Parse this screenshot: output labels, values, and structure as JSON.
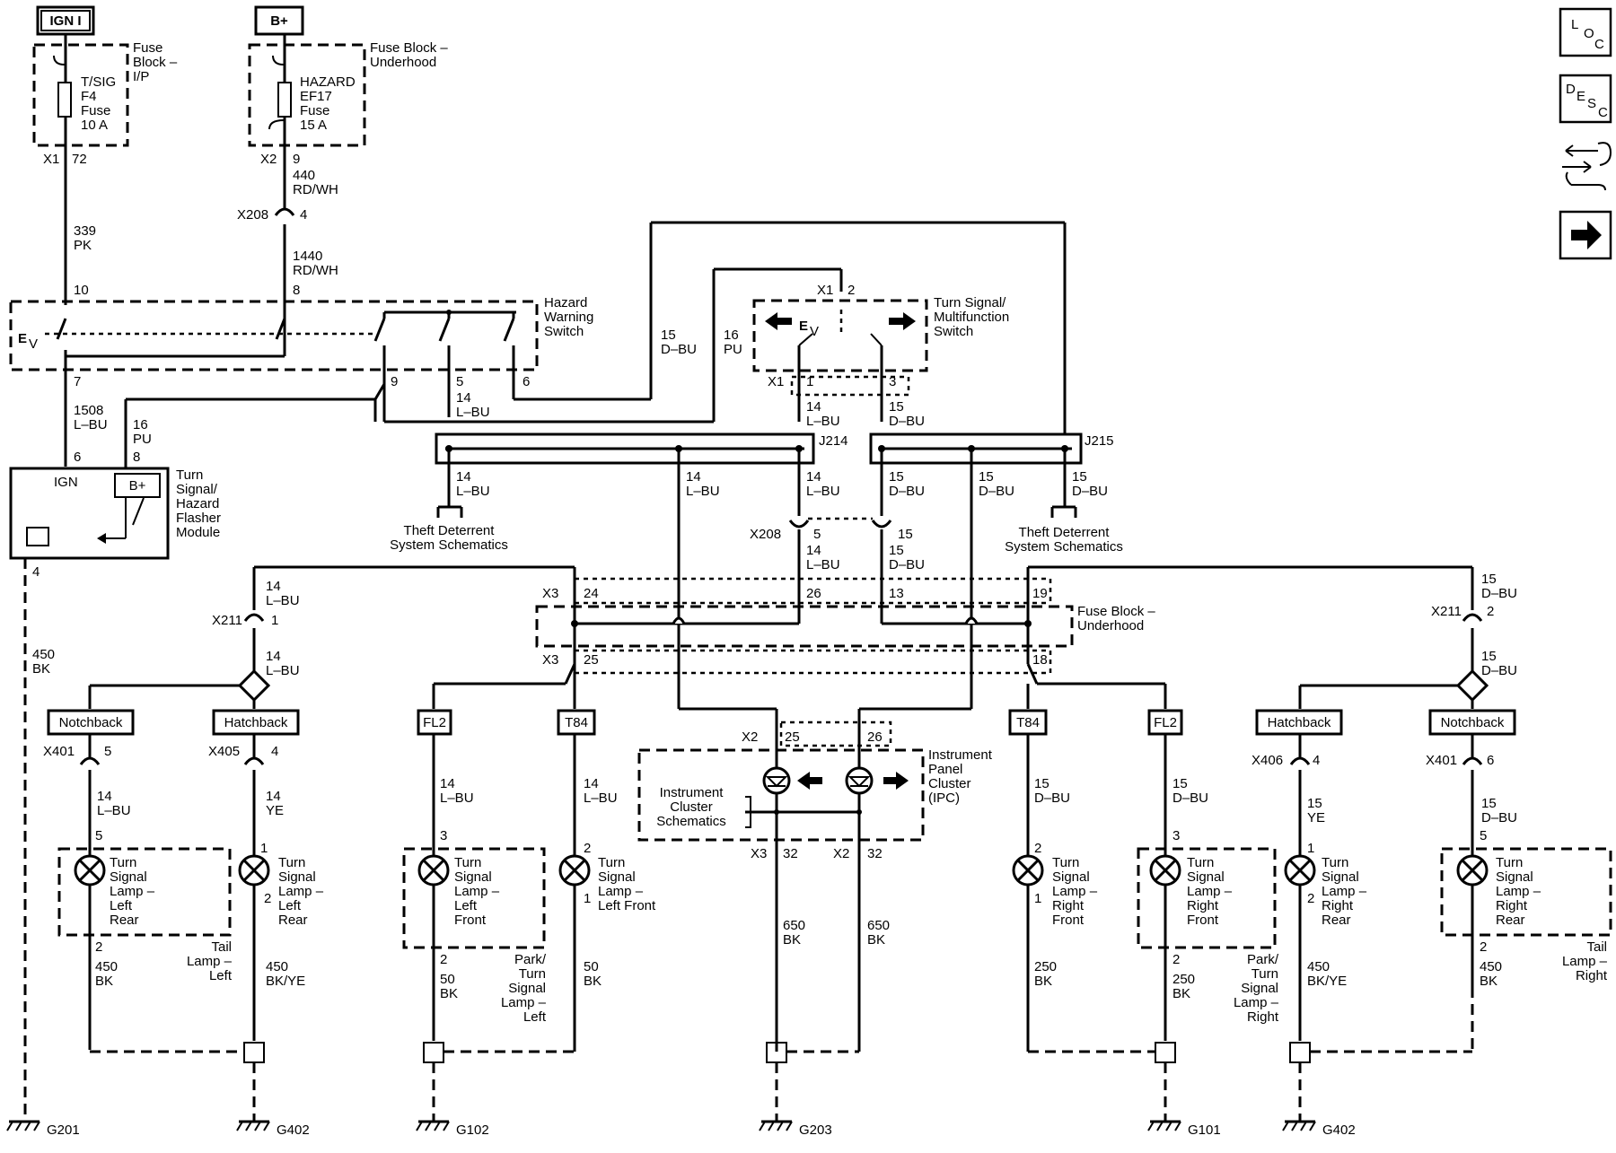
{
  "sources": {
    "ign": "IGN I",
    "bplus": "B+"
  },
  "fuse_left": {
    "block": [
      "Fuse",
      "Block –",
      "I/P"
    ],
    "label": [
      "T/SIG",
      "F4",
      "Fuse",
      "10 A"
    ],
    "conn": "X1",
    "pin": "72"
  },
  "fuse_right": {
    "block": [
      "Fuse Block –",
      "Underhood"
    ],
    "label": [
      "HAZARD",
      "EF17",
      "Fuse",
      "15 A"
    ],
    "conn": "X2",
    "pin": "9"
  },
  "wires_top": {
    "w440": [
      "440",
      "RD/WH"
    ],
    "x208_a": "X208",
    "x208_a_pin": "4",
    "w1440": [
      "1440",
      "RD/WH"
    ],
    "w339": [
      "339",
      "PK"
    ]
  },
  "hazard": {
    "label": [
      "Hazard",
      "Warning",
      "Switch"
    ],
    "pin10": "10",
    "pin8": "8",
    "pin7": "7",
    "pin9": "9",
    "pin5": "5",
    "pin6": "6"
  },
  "flasher": {
    "label": [
      "Turn",
      "Signal/",
      "Hazard",
      "Flasher",
      "Module"
    ],
    "ign": "IGN",
    "bplus": "B+",
    "pin6": "6",
    "pin8": "8",
    "pin4": "4"
  },
  "wires_mid": {
    "w1508": [
      "1508",
      "L–BU"
    ],
    "w16pu": [
      "16",
      "PU"
    ],
    "w14lbu": [
      "14",
      "L–BU"
    ],
    "w15dbu_top": [
      "15",
      "D–BU"
    ],
    "w16pu_top": [
      "16",
      "PU"
    ]
  },
  "tsms": {
    "label": [
      "Turn Signal/",
      "Multifunction",
      "Switch"
    ],
    "conn": "X1",
    "pin2": "2",
    "pin1": "1",
    "pin3": "3",
    "w_left": [
      "14",
      "L–BU"
    ],
    "w_right": [
      "15",
      "D–BU"
    ]
  },
  "splices": {
    "j214": "J214",
    "j215": "J215"
  },
  "theft": {
    "left": [
      "Theft Deterrent",
      "System Schematics"
    ],
    "right": [
      "Theft Deterrent",
      "System Schematics"
    ]
  },
  "below_splice": {
    "a": [
      "14",
      "L–BU"
    ],
    "b": [
      "14",
      "L–BU"
    ],
    "c": [
      "14",
      "L–BU"
    ],
    "d": [
      "15",
      "D–BU"
    ],
    "e": [
      "15",
      "D–BU"
    ],
    "f": [
      "15",
      "D–BU"
    ]
  },
  "x208_b": {
    "conn": "X208",
    "pin5": "5",
    "pin15": "15",
    "w_left": [
      "14",
      "L–BU"
    ],
    "w_right": [
      "15",
      "D–BU"
    ]
  },
  "fuse_block_uh": {
    "label": [
      "Fuse Block –",
      "Underhood"
    ],
    "x3a": "X3",
    "x3b": "X3",
    "p24": "24",
    "p26": "26",
    "p13": "13",
    "p19": "19",
    "p25": "25",
    "p18": "18"
  },
  "left_group": {
    "w14lbu": [
      "14",
      "L–BU"
    ],
    "x211": "X211",
    "x211_pin": "1",
    "w14lbu2": [
      "14",
      "L–BU"
    ],
    "notchback": "Notchback",
    "hatchback": "Hatchback",
    "x401": "X401",
    "x401_pin": "5",
    "x405": "X405",
    "x405_pin": "4",
    "wA": [
      "14",
      "L–BU"
    ],
    "wB": [
      "14",
      "YE"
    ],
    "lampA": [
      "Turn",
      "Signal",
      "Lamp –",
      "Left",
      "Rear"
    ],
    "lampA_p1": "5",
    "lampA_p2": "2",
    "lampB": [
      "Turn",
      "Signal",
      "Lamp –",
      "Left",
      "Rear"
    ],
    "lampB_p1": "1",
    "lampB_p2": "2",
    "tail": [
      "Tail",
      "Lamp –",
      "Left"
    ],
    "wA2": [
      "450",
      "BK"
    ],
    "wB2": [
      "450",
      "BK/YE"
    ],
    "ground": "G402",
    "ground201": "G201"
  },
  "left_front": {
    "fl2": "FL2",
    "t84": "T84",
    "wA": [
      "14",
      "L–BU"
    ],
    "wB": [
      "14",
      "L–BU"
    ],
    "lampA": [
      "Turn",
      "Signal",
      "Lamp –",
      "Left",
      "Front"
    ],
    "lampA_p1": "3",
    "lampA_p2": "2",
    "lampB": [
      "Turn",
      "Signal",
      "Lamp –",
      "Left Front"
    ],
    "lampB_p1": "2",
    "lampB_p2": "1",
    "park": [
      "Park/",
      "Turn",
      "Signal",
      "Lamp –",
      "Left"
    ],
    "wA2": [
      "50",
      "BK"
    ],
    "wB2": [
      "50",
      "BK"
    ],
    "ground": "G102"
  },
  "ipc": {
    "label": [
      "Instrument",
      "Panel",
      "Cluster",
      "(IPC)"
    ],
    "sch": [
      "Instrument",
      "Cluster",
      "Schematics"
    ],
    "x2": "X2",
    "p25": "25",
    "p26": "26",
    "x3": "X3",
    "p32a": "32",
    "x2b": "X2",
    "p32b": "32",
    "wA": [
      "650",
      "BK"
    ],
    "wB": [
      "650",
      "BK"
    ],
    "ground": "G203"
  },
  "right_front": {
    "t84": "T84",
    "fl2": "FL2",
    "wA": [
      "15",
      "D–BU"
    ],
    "wB": [
      "15",
      "D–BU"
    ],
    "lampA": [
      "Turn",
      "Signal",
      "Lamp –",
      "Right",
      "Front"
    ],
    "lampA_p1": "2",
    "lampA_p2": "1",
    "lampB": [
      "Turn",
      "Signal",
      "Lamp –",
      "Right",
      "Front"
    ],
    "lampB_p1": "3",
    "lampB_p2": "2",
    "park": [
      "Park/",
      "Turn",
      "Signal",
      "Lamp –",
      "Right"
    ],
    "wA2": [
      "250",
      "BK"
    ],
    "wB2": [
      "250",
      "BK"
    ],
    "ground": "G101"
  },
  "right_group": {
    "w15dbu": [
      "15",
      "D–BU"
    ],
    "x211": "X211",
    "x211_pin": "2",
    "w15dbu2": [
      "15",
      "D–BU"
    ],
    "hatchback": "Hatchback",
    "notchback": "Notchback",
    "x406": "X406",
    "x406_pin": "4",
    "x401": "X401",
    "x401_pin": "6",
    "wA": [
      "15",
      "YE"
    ],
    "wB": [
      "15",
      "D–BU"
    ],
    "lampA": [
      "Turn",
      "Signal",
      "Lamp –",
      "Right",
      "Rear"
    ],
    "lampA_p1": "1",
    "lampA_p2": "2",
    "lampB": [
      "Turn",
      "Signal",
      "Lamp –",
      "Right",
      "Rear"
    ],
    "lampB_p1": "5",
    "lampB_p2": "2",
    "tail": [
      "Tail",
      "Lamp –",
      "Right"
    ],
    "wA2": [
      "450",
      "BK/YE"
    ],
    "wB2": [
      "450",
      "BK"
    ],
    "ground": "G402"
  },
  "nav": {
    "loc": [
      "L",
      "O",
      "C"
    ],
    "desc": [
      "D",
      "E",
      "S",
      "C"
    ]
  }
}
